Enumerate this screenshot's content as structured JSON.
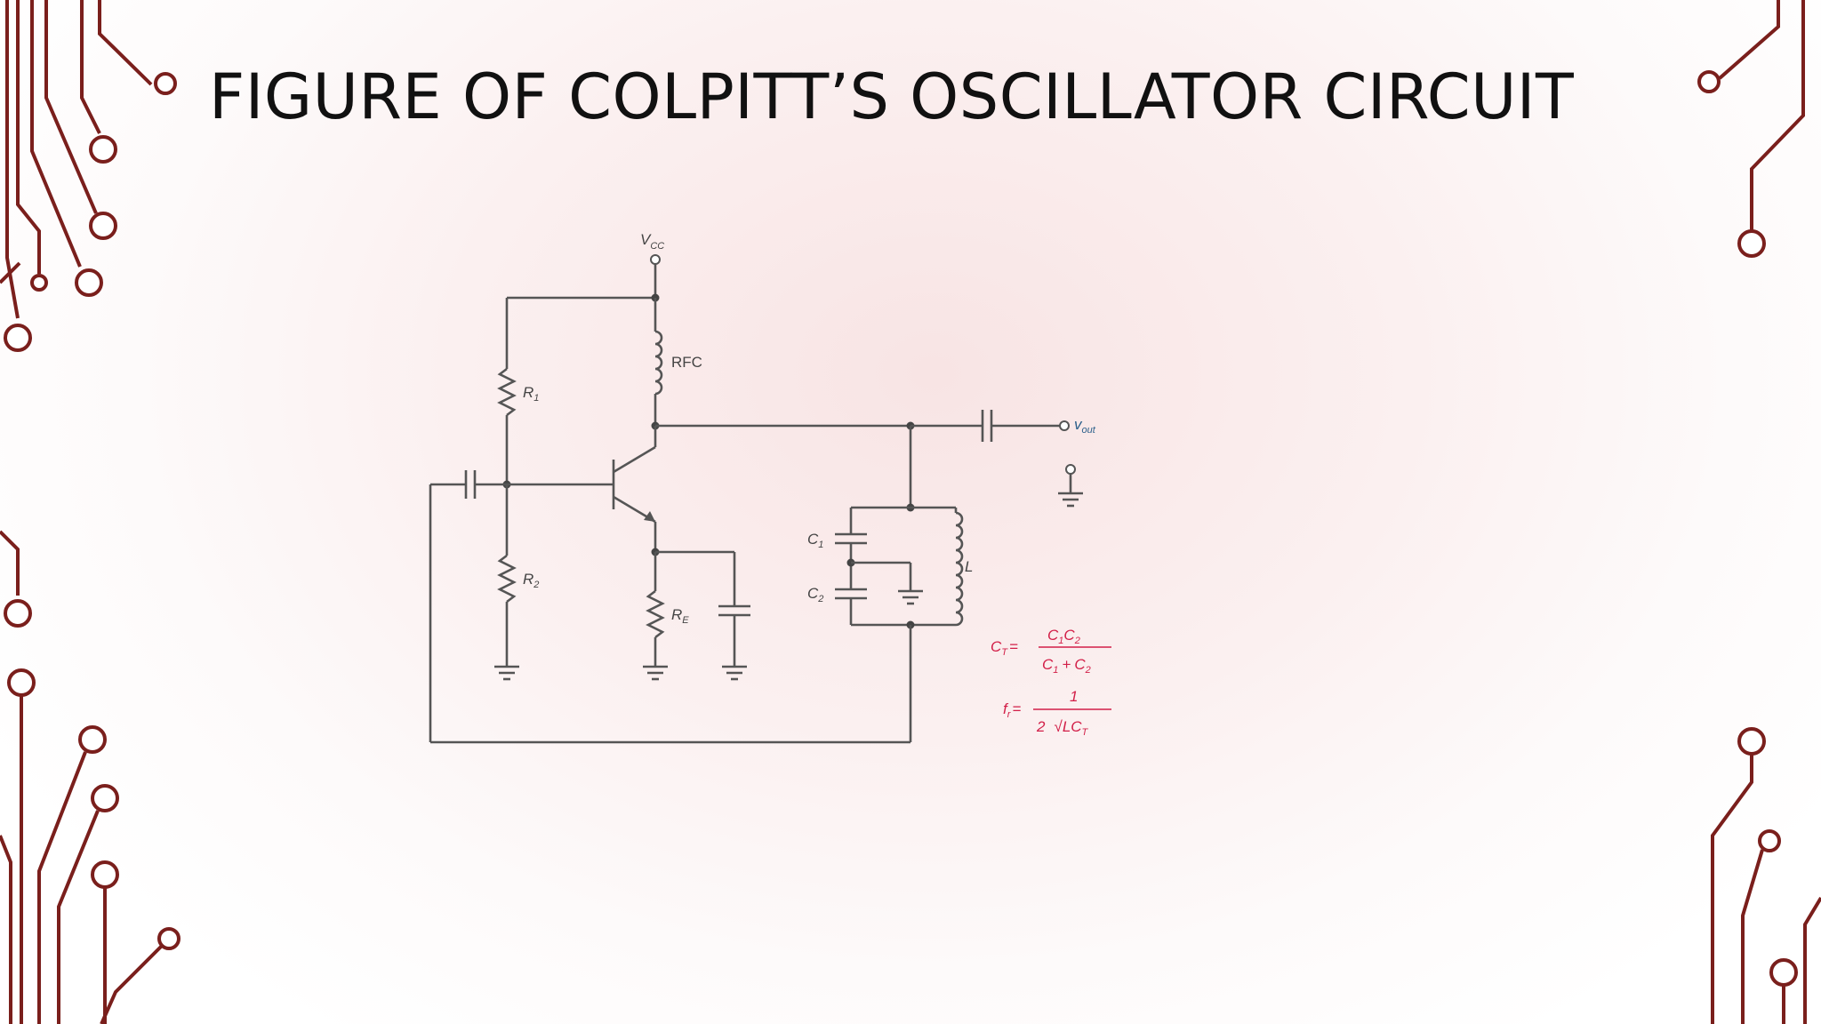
{
  "slide": {
    "title": "FIGURE OF COLPITT’S OSCILLATOR CIRCUIT"
  },
  "circuit": {
    "supply_main": "V",
    "supply_sub": "CC",
    "choke_label": "RFC",
    "r1_main": "R",
    "r1_sub": "1",
    "r2_main": "R",
    "r2_sub": "2",
    "re_main": "R",
    "re_sub": "E",
    "c1_main": "C",
    "c1_sub": "1",
    "c2_main": "C",
    "c2_sub": "2",
    "inductor_label": "L",
    "output_main": "v",
    "output_sub": "out"
  },
  "formulas": {
    "ct_lhs_main": "C",
    "ct_lhs_sub": "T",
    "equals": "=",
    "ct_num_c1": "C",
    "ct_num_c1_sub": "1",
    "ct_num_c2": "C",
    "ct_num_c2_sub": "2",
    "ct_den_c1": "C",
    "ct_den_c1_sub": "1",
    "ct_den_plus": "+",
    "ct_den_c2": "C",
    "ct_den_c2_sub": "2",
    "fr_lhs_main": "f",
    "fr_lhs_sub": "r",
    "fr_num": "1",
    "fr_den_prefix": "2",
    "fr_den_root": "√",
    "fr_den_main": "LC",
    "fr_den_sub": "T"
  },
  "colors": {
    "border_trace": "#7a1f1c",
    "formula": "#d21f48",
    "output_label": "#2b5f8a",
    "wire": "#555555"
  }
}
